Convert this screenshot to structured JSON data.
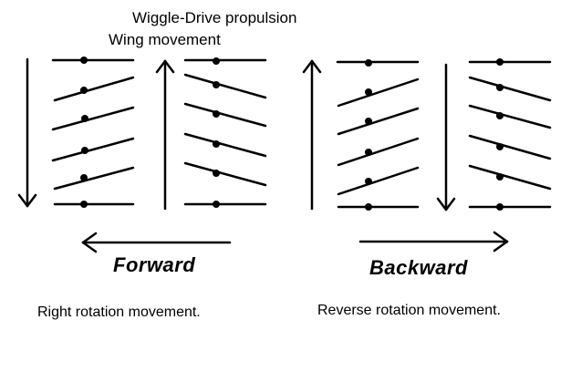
{
  "title": "Wiggle-Drive propulsion",
  "subtitle": "Wing movement",
  "panels": [
    {
      "direction": "Forward",
      "caption": "Right rotation movement."
    },
    {
      "direction": "Backward",
      "caption": "Reverse rotation movement."
    }
  ],
  "colors": {
    "ink": "#000000",
    "background": "#ffffff"
  }
}
